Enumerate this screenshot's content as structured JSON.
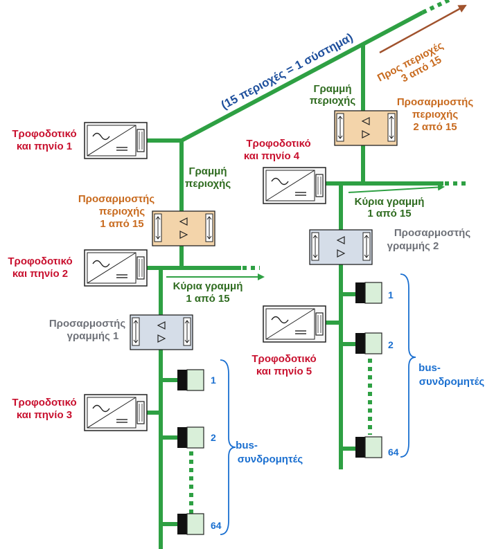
{
  "system_label": "(15 περιοχές = 1 σύστημα)",
  "towards_areas": [
    "Προς περιοχές",
    "3 από 15"
  ],
  "area_coupler_2": [
    "Προσαρμοστής",
    "περιοχής",
    "2 από 15"
  ],
  "area_line_right": [
    "Γραμμή",
    "περιοχής"
  ],
  "power_supply_1": [
    "Τροφοδοτικό",
    "και πηνίο 1"
  ],
  "power_supply_2": [
    "Τροφοδοτικό",
    "και πηνίο 2"
  ],
  "power_supply_3": [
    "Τροφοδοτικό",
    "και πηνίο 3"
  ],
  "power_supply_4": [
    "Τροφοδοτικό",
    "και πηνίο 4"
  ],
  "power_supply_5": [
    "Τροφοδοτικό",
    "και πηνίο 5"
  ],
  "area_line_left": [
    "Γραμμή",
    "περιοχής"
  ],
  "area_coupler_1": [
    "Προσαρμοστής",
    "περιοχής",
    "1 από 15"
  ],
  "main_line_left": [
    "Κύρια γραμμή",
    "1 από 15"
  ],
  "main_line_right": [
    "Κύρια γραμμή",
    "1 από 15"
  ],
  "line_coupler_1": [
    "Προσαρμοστής",
    "γραμμής 1"
  ],
  "line_coupler_2": [
    "Προσαρμοστής",
    "γραμμής 2"
  ],
  "subscribers_left": [
    "1",
    "2",
    "64"
  ],
  "subscribers_right": [
    "1",
    "2",
    "64"
  ],
  "bus_subscribers_left": [
    "bus-",
    "συνδρομητές"
  ],
  "bus_subscribers_right": [
    "bus-",
    "συνδρομητές"
  ],
  "colors": {
    "bus_line": "#2ea043",
    "power_supply_label": "#c8102e",
    "area_label": "#c86a1e",
    "line_label": "#2e6b1f",
    "coupler_label": "#6e7178",
    "subscriber_label": "#1a6fd0",
    "system_label": "#1e4f9c",
    "arrow_brown": "#a0522d"
  }
}
